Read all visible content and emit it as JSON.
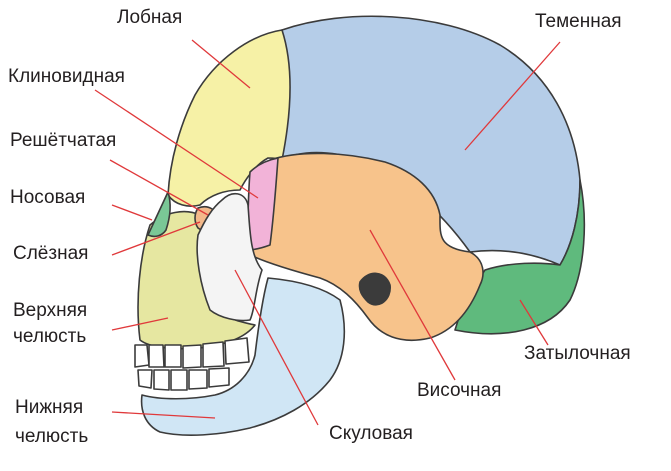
{
  "labels": {
    "frontal": "Лобная",
    "parietal": "Теменная",
    "sphenoid": "Клиновидная",
    "ethmoid": "Решётчатая",
    "nasal": "Носовая",
    "lacrimal": "Слёзная",
    "maxilla_1": "Верхняя",
    "maxilla_2": "челюсть",
    "mandible_1": "Нижняя",
    "mandible_2": "челюсть",
    "occipital": "Затылочная",
    "temporal": "Височная",
    "zygomatic": "Скуловая"
  },
  "colors": {
    "frontal": "#f6f1a6",
    "parietal": "#b5cde8",
    "temporal": "#f7c38b",
    "occipital": "#5fba7d",
    "sphenoid": "#f2b3d8",
    "zygomatic": "#f4f4f4",
    "maxilla": "#e6e7a1",
    "mandible": "#d0e6f5",
    "nasal": "#7ac796",
    "lacrimal": "#f3b98a",
    "teeth": "#ffffff",
    "outline": "#3b3b3b",
    "leader_line": "#e0393b"
  }
}
